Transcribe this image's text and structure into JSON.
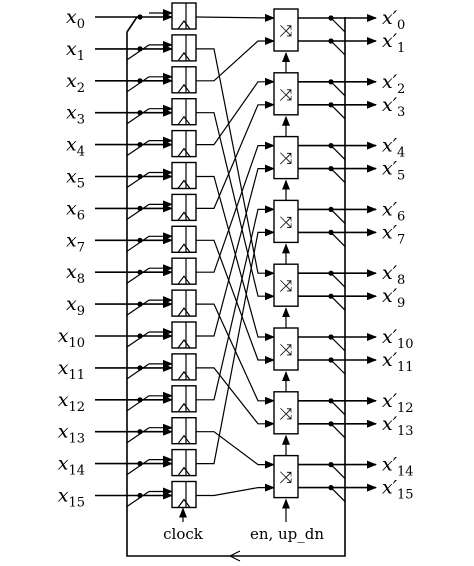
{
  "inputs": [
    {
      "var": "x",
      "sub": "0"
    },
    {
      "var": "x",
      "sub": "1"
    },
    {
      "var": "x",
      "sub": "2"
    },
    {
      "var": "x",
      "sub": "3"
    },
    {
      "var": "x",
      "sub": "4"
    },
    {
      "var": "x",
      "sub": "5"
    },
    {
      "var": "x",
      "sub": "6"
    },
    {
      "var": "x",
      "sub": "7"
    },
    {
      "var": "x",
      "sub": "8"
    },
    {
      "var": "x",
      "sub": "9"
    },
    {
      "var": "x",
      "sub": "10"
    },
    {
      "var": "x",
      "sub": "11"
    },
    {
      "var": "x",
      "sub": "12"
    },
    {
      "var": "x",
      "sub": "13"
    },
    {
      "var": "x",
      "sub": "14"
    },
    {
      "var": "x",
      "sub": "15"
    }
  ],
  "outputs": [
    {
      "var": "x′",
      "sub": "0"
    },
    {
      "var": "x′",
      "sub": "1"
    },
    {
      "var": "x′",
      "sub": "2"
    },
    {
      "var": "x′",
      "sub": "3"
    },
    {
      "var": "x′",
      "sub": "4"
    },
    {
      "var": "x′",
      "sub": "5"
    },
    {
      "var": "x′",
      "sub": "6"
    },
    {
      "var": "x′",
      "sub": "7"
    },
    {
      "var": "x′",
      "sub": "8"
    },
    {
      "var": "x′",
      "sub": "9"
    },
    {
      "var": "x′",
      "sub": "10"
    },
    {
      "var": "x′",
      "sub": "11"
    },
    {
      "var": "x′",
      "sub": "12"
    },
    {
      "var": "x′",
      "sub": "13"
    },
    {
      "var": "x′",
      "sub": "14"
    },
    {
      "var": "x′",
      "sub": "15"
    }
  ],
  "labels": {
    "clock": "clock",
    "enable": "en, up_dn"
  },
  "switch_symbol": "⤨",
  "num_registers": 16,
  "num_switches": 8,
  "cross_connections": [
    [
      1,
      8
    ],
    [
      2,
      1
    ],
    [
      3,
      9
    ],
    [
      4,
      2
    ],
    [
      5,
      10
    ],
    [
      6,
      3
    ],
    [
      7,
      11
    ],
    [
      8,
      4
    ],
    [
      9,
      12
    ],
    [
      10,
      5
    ],
    [
      11,
      13
    ],
    [
      12,
      6
    ],
    [
      13,
      14
    ],
    [
      14,
      7
    ],
    [
      15,
      15
    ]
  ]
}
